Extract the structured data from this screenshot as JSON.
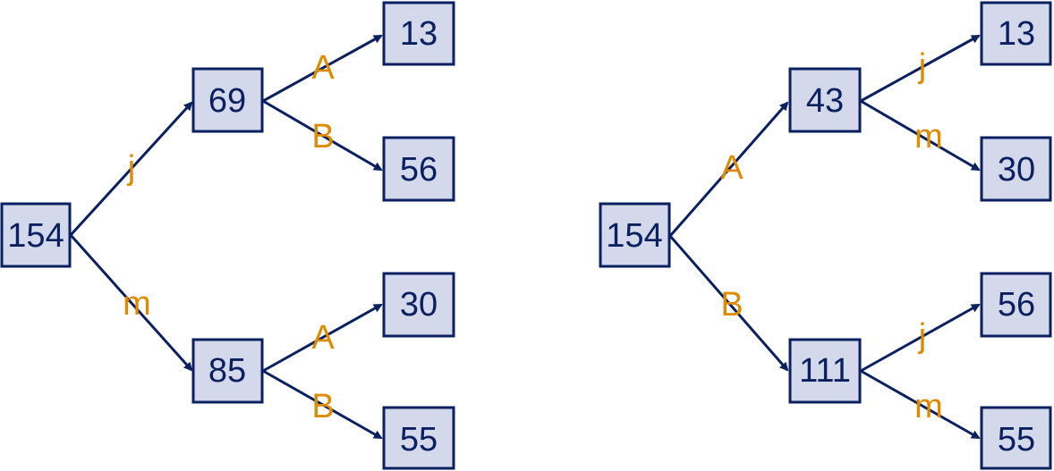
{
  "colors": {
    "box_fill": "#d3d8ea",
    "box_border": "#0a2060",
    "text": "#0a2060",
    "edge": "#0a2060",
    "label": "#e08a00"
  },
  "left_tree": {
    "root": "154",
    "upper": {
      "edge_label": "j",
      "value": "69",
      "children": [
        {
          "edge_label": "A",
          "value": "13"
        },
        {
          "edge_label": "B",
          "value": "56"
        }
      ]
    },
    "lower": {
      "edge_label": "m",
      "value": "85",
      "children": [
        {
          "edge_label": "A",
          "value": "30"
        },
        {
          "edge_label": "B",
          "value": "55"
        }
      ]
    }
  },
  "right_tree": {
    "root": "154",
    "upper": {
      "edge_label": "A",
      "value": "43",
      "children": [
        {
          "edge_label": "j",
          "value": "13"
        },
        {
          "edge_label": "m",
          "value": "30"
        }
      ]
    },
    "lower": {
      "edge_label": "B",
      "value": "111",
      "children": [
        {
          "edge_label": "j",
          "value": "56"
        },
        {
          "edge_label": "m",
          "value": "55"
        }
      ]
    }
  }
}
